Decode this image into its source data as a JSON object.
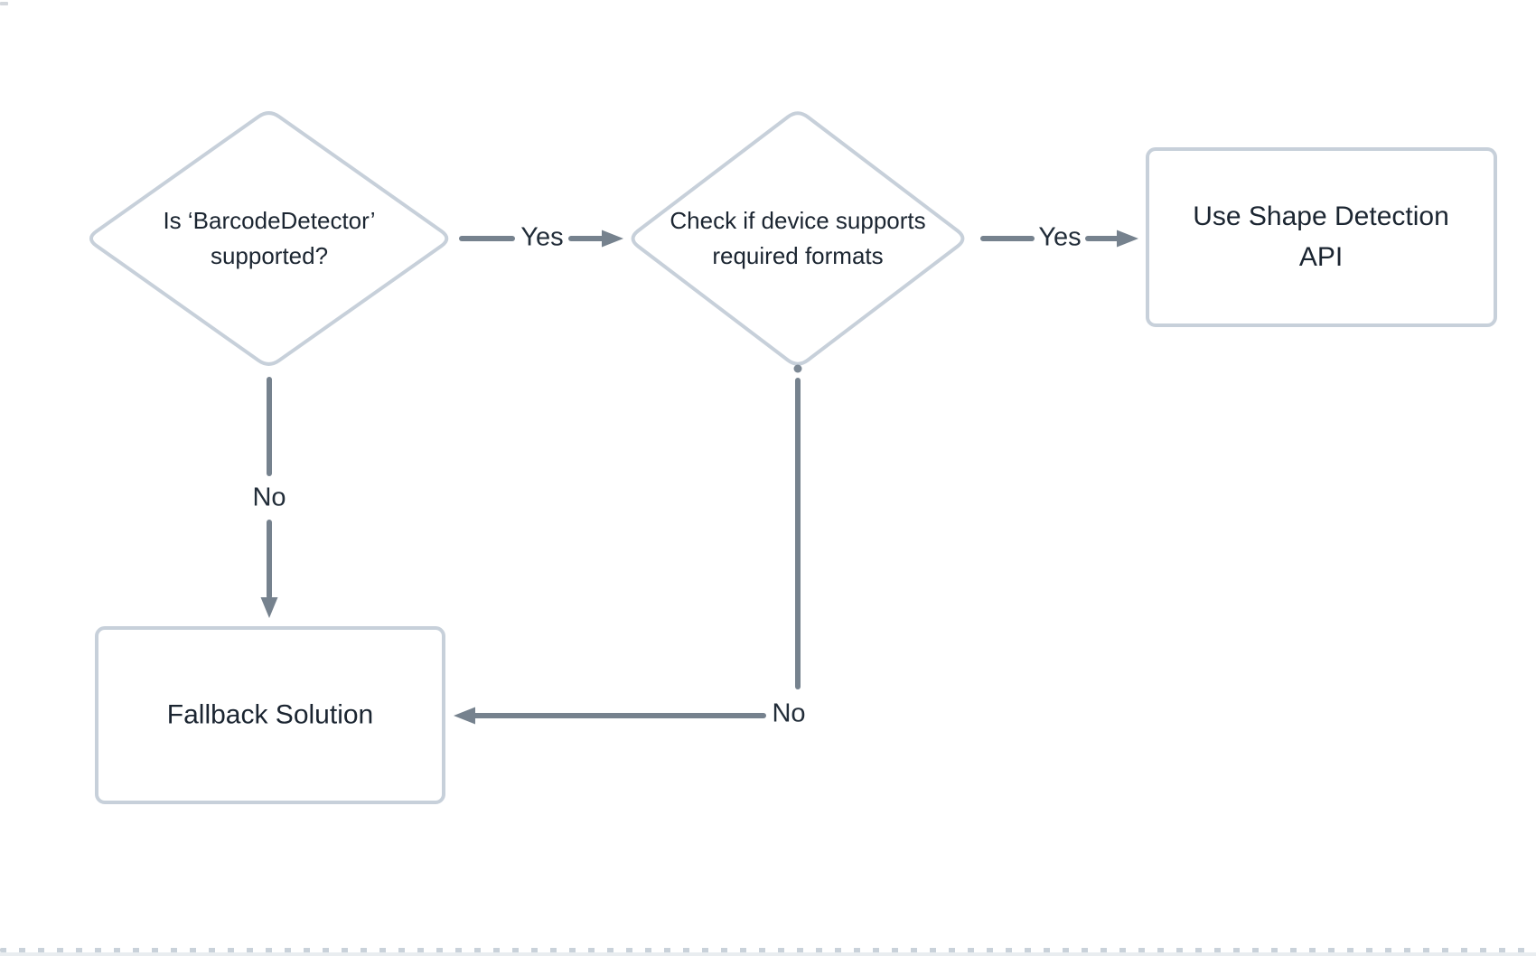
{
  "colors": {
    "node_border": "#c7d0da",
    "node_fill": "#ffffff",
    "connector": "#76828e",
    "node_text": "#1b2531",
    "edge_label_text": "#222d39",
    "endpoint_dot": "#7d8995",
    "grid_mark": "#c6cfd8",
    "bottom_band": "#e9edf0"
  },
  "nodes": {
    "decision_barcode": {
      "type": "decision",
      "lines": [
        "Is ‘BarcodeDetector’",
        "supported?"
      ]
    },
    "decision_formats": {
      "type": "decision",
      "lines": [
        "Check if device supports",
        "required formats"
      ]
    },
    "process_shape_api": {
      "type": "process",
      "lines": [
        "Use Shape Detection",
        "API"
      ]
    },
    "process_fallback": {
      "type": "process",
      "label": "Fallback Solution"
    }
  },
  "edges": {
    "yes1": {
      "label": "Yes"
    },
    "yes2": {
      "label": "Yes"
    },
    "no1": {
      "label": "No"
    },
    "no2": {
      "label": "No"
    }
  }
}
